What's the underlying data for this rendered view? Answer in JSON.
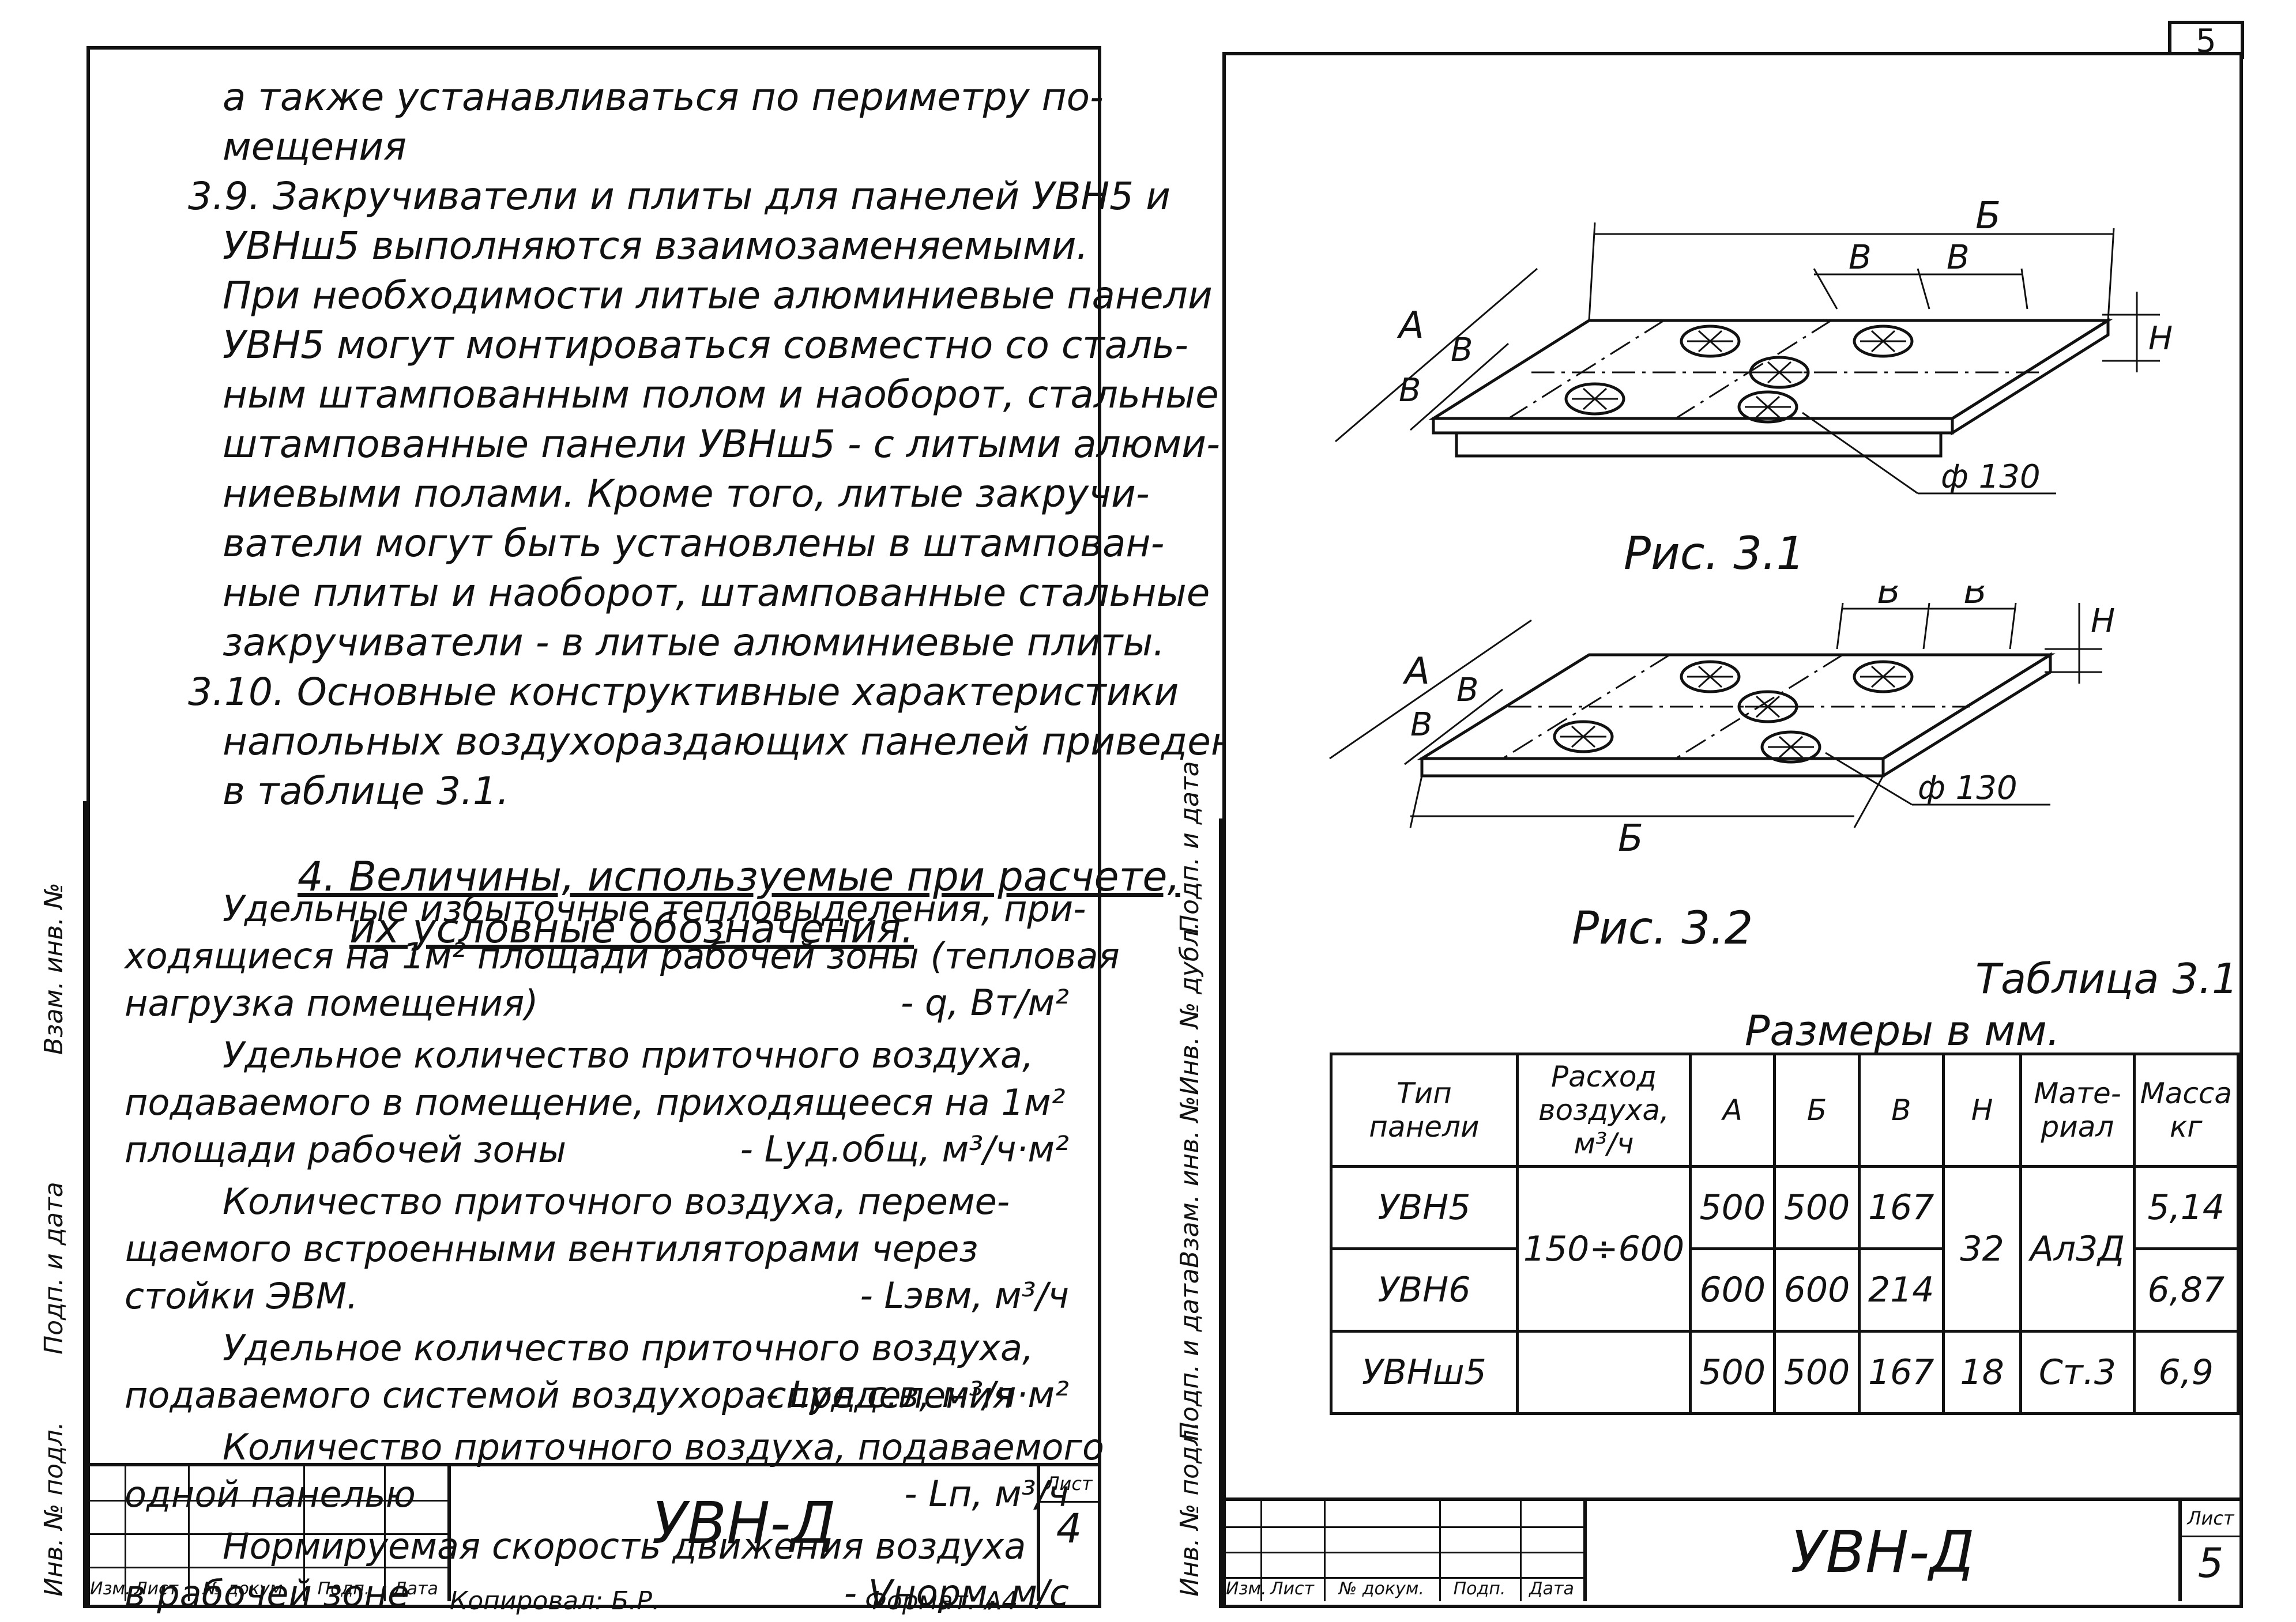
{
  "left_page": {
    "paragraph_lines": [
      "а также устанавливаться по периметру по-",
      "мещения",
      "3.9. Закручиватели и плиты для панелей УВН5 и",
      "УВНш5 выполняются взаимозаменяемыми.",
      "При необходимости литые алюминиевые панели",
      "УВН5 могут монтироваться совместно со сталь-",
      "ным штампованным полом и наоборот, стальные",
      "штампованные панели УВНш5 - с литыми алюми-",
      "ниевыми полами. Кроме того, литые закручи-",
      "ватели могут быть установлены в штампован-",
      "ные плиты и наоборот, штампованные стальные",
      "закручиватели - в литые алюминиевые плиты.",
      "3.10. Основные конструктивные характеристики",
      "напольных воздухораздающих панелей приведены",
      "в таблице 3.1."
    ],
    "heading_line1": "4. Величины, используемые при расчете,",
    "heading_line2": "их условные обозначения.",
    "definitions": [
      {
        "lines": [
          "Удельные избыточные тепловыделения, при-",
          "ходящиеся на 1м² площади рабочей зоны (тепловая",
          "нагрузка помещения)"
        ],
        "symbol": "- q, Вт/м²"
      },
      {
        "lines": [
          "Удельное количество приточного воздуха,",
          "подаваемого в помещение, приходящееся на 1м²",
          "площади рабочей зоны"
        ],
        "symbol": "- Lуд.общ, м³/ч·м²"
      },
      {
        "lines": [
          "Количество приточного воздуха, переме-",
          "щаемого встроенными вентиляторами через",
          "стойки ЭВМ."
        ],
        "symbol": "- Lэвм, м³/ч"
      },
      {
        "lines": [
          "Удельное количество приточного воздуха,",
          "подаваемого системой воздухораспределения"
        ],
        "symbol": "- Lуд.с.в, м³/ч·м²"
      },
      {
        "lines": [
          "Количество приточного воздуха, подаваемого",
          "одной панелью"
        ],
        "symbol": "- Lп, м³/ч"
      },
      {
        "lines": [
          "Нормируемая скорость движения воздуха",
          "в рабочей зоне"
        ],
        "symbol": "- Vнорм, м/с"
      }
    ],
    "margin_labels": [
      "Взам. инв. №",
      "Подп. и дата",
      "Инв. № подл."
    ],
    "title_block": {
      "col_labels": [
        "Изм.",
        "Лист",
        "№ докум.",
        "Подп.",
        "Дата"
      ],
      "code": "УВН-Д",
      "sheet_label": "Лист",
      "sheet_number": "4"
    },
    "below_left": "Копировал: Б.Р.",
    "below_right": "Формат: А4"
  },
  "right_page": {
    "corner_page_number": "5",
    "fig1": {
      "caption": "Рис. 3.1",
      "labels": {
        "A": "А",
        "B_long": "Б",
        "V": "В",
        "H": "Н",
        "dia": "ф 130"
      }
    },
    "fig2": {
      "caption": "Рис. 3.2",
      "labels": {
        "A": "А",
        "B_long": "Б",
        "V": "В",
        "H": "Н",
        "dia": "ф 130"
      }
    },
    "table_title": "Таблица 3.1",
    "table_subtitle": "Размеры в мм.",
    "table": {
      "headers": [
        "Тип панели",
        "Расход воздуха, м³/ч",
        "А",
        "Б",
        "В",
        "Н",
        "Мате-риал",
        "Масса кг"
      ],
      "rows": [
        {
          "type": "УВН5",
          "A": "500",
          "B": "500",
          "V": "167",
          "mass": "5,14"
        },
        {
          "type": "УВН6",
          "A": "600",
          "B": "600",
          "V": "214",
          "mass": "6,87"
        },
        {
          "type": "УВНш5",
          "A": "500",
          "B": "500",
          "V": "167",
          "mass": "6,9"
        }
      ],
      "flow_merged": "150÷600",
      "h_merged": "32",
      "h_last": "18",
      "material_merged": "Ал3Д",
      "material_last": "Ст.3"
    },
    "margin_labels": [
      "Подп. и дата",
      "Инв. № дубл.",
      "Взам. инв. №",
      "Подп. и дата",
      "Инв. № подл."
    ],
    "title_block": {
      "col_labels": [
        "Изм.",
        "Лист",
        "№ докум.",
        "Подп.",
        "Дата"
      ],
      "code": "УВН-Д",
      "sheet_label": "Лист",
      "sheet_number": "5"
    }
  }
}
